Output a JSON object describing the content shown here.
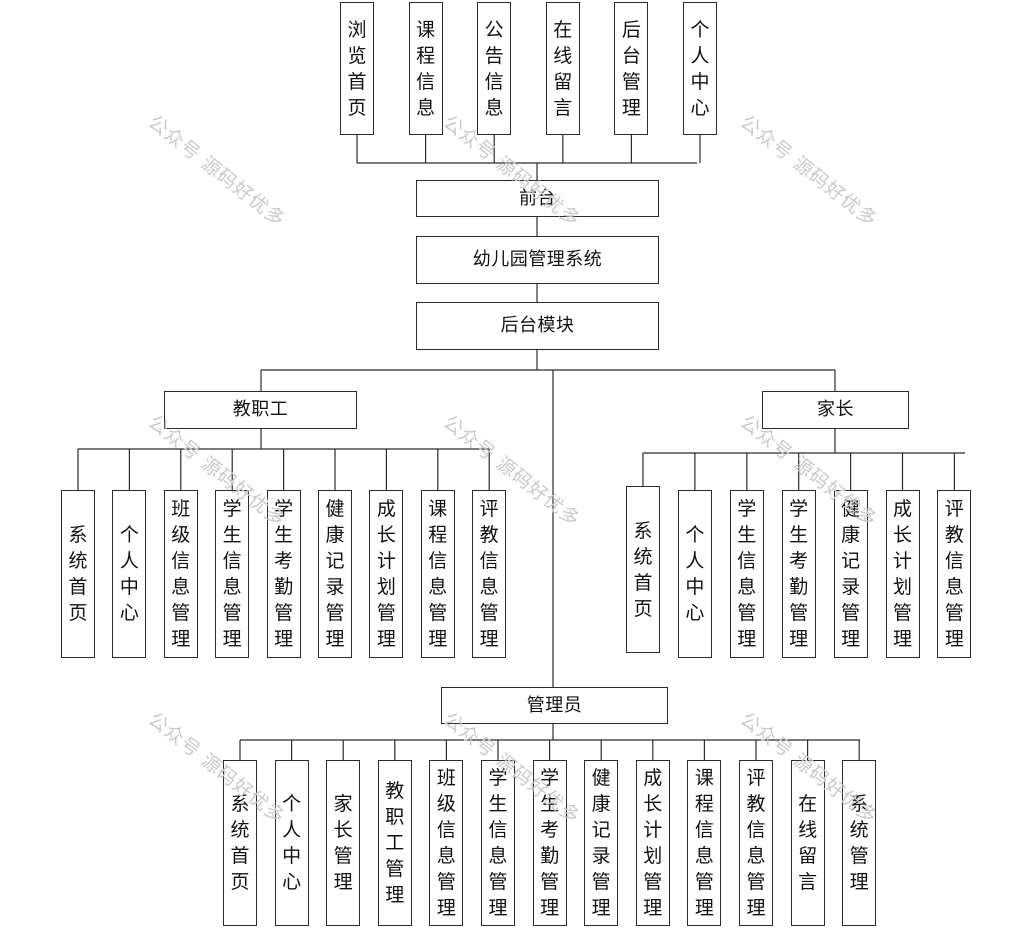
{
  "diagram": {
    "watermark": "公众号 源码好优多",
    "front": {
      "label": "前台",
      "children": [
        "浏览首页",
        "课程信息",
        "公告信息",
        "在线留言",
        "后台管理",
        "个人中心"
      ]
    },
    "system": {
      "label": "幼儿园管理系统"
    },
    "backend": {
      "label": "后台模块"
    },
    "teacher": {
      "label": "教职工",
      "children": [
        "系统首页",
        "个人中心",
        "班级信息管理",
        "学生信息管理",
        "学生考勤管理",
        "健康记录管理",
        "成长计划管理",
        "课程信息管理",
        "评教信息管理"
      ]
    },
    "parent": {
      "label": "家长",
      "children": [
        "系统首页",
        "个人中心",
        "学生信息管理",
        "学生考勤管理",
        "健康记录管理",
        "成长计划管理",
        "评教信息管理"
      ]
    },
    "admin": {
      "label": "管理员",
      "children": [
        "系统首页",
        "个人中心",
        "家长管理",
        "教职工管理",
        "班级信息管理",
        "学生信息管理",
        "学生考勤管理",
        "健康记录管理",
        "成长计划管理",
        "课程信息管理",
        "评教信息管理",
        "在线留言",
        "系统管理"
      ]
    }
  }
}
